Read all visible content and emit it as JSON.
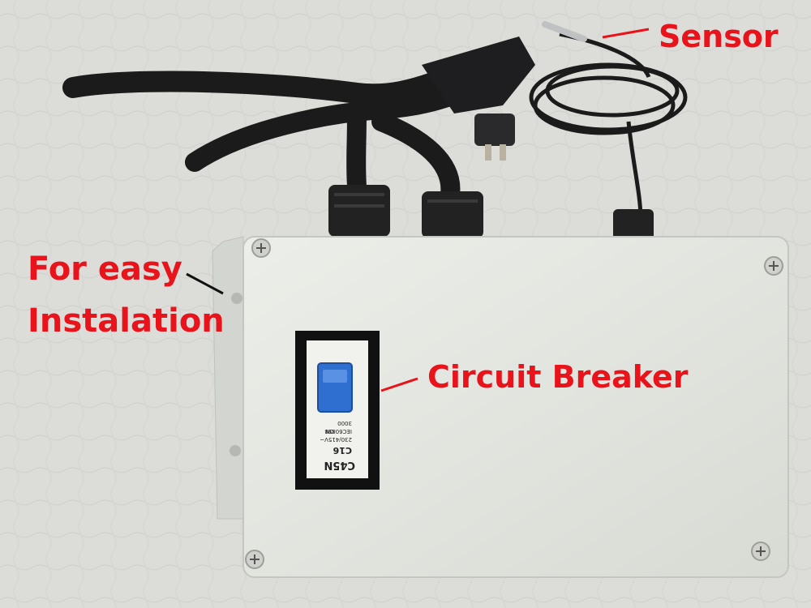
{
  "annotations": {
    "sensor": "Sensor",
    "installation_line1": "For easy",
    "installation_line2": "Instalation",
    "breaker": "Circuit Breaker"
  },
  "breaker_print": {
    "model": "C45N",
    "rating": "C16",
    "voltage": "230/415V~",
    "standard": "IEC60898",
    "capacity": "3000",
    "on_label": "ON"
  },
  "colors": {
    "annotation": "#e8131b",
    "enclosure": "#e7e8e3",
    "breaker_toggle": "#2f6fd0",
    "cable": "#1b1b1c",
    "background": "#dcdcd8"
  }
}
